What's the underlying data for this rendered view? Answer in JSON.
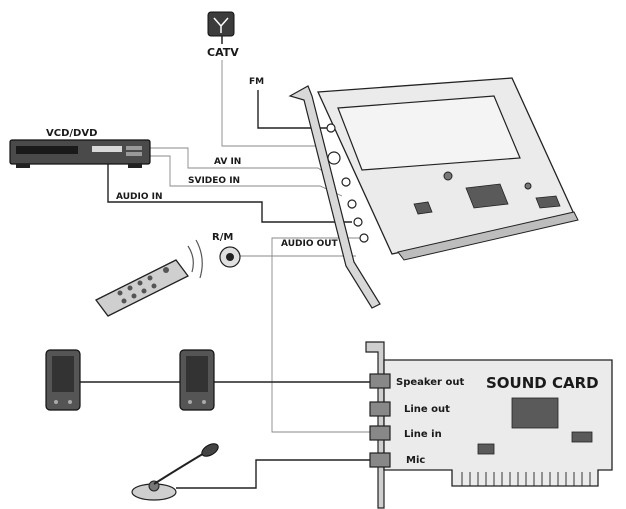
{
  "labels": {
    "catv": "CATV",
    "fm": "FM",
    "vcd_dvd": "VCD/DVD",
    "av_in": "AV IN",
    "svideo_in": "SVIDEO IN",
    "audio_in": "AUDIO IN",
    "rm": "R/M",
    "audio_out": "AUDIO OUT",
    "speaker_out": "Speaker out",
    "sound_card": "SOUND CARD",
    "line_out": "Line out",
    "line_in": "Line in",
    "mic": "Mic"
  },
  "colors": {
    "stroke": "#222222",
    "board": "#ebebeb",
    "device": "#4a4a4a"
  },
  "icons": {
    "antenna": "antenna-icon",
    "remote": "remote-control-icon",
    "speaker": "speaker-icon",
    "microphone": "microphone-icon"
  }
}
